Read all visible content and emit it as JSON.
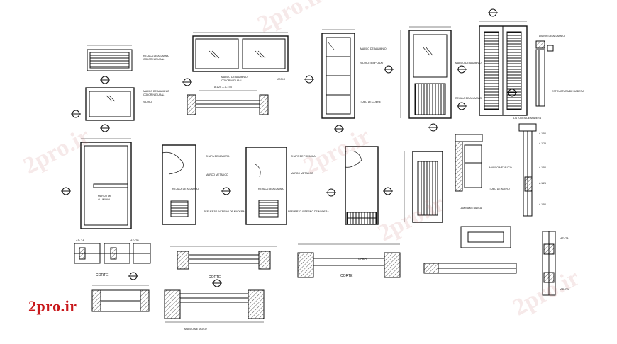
{
  "watermark": {
    "text": "2pro.ir",
    "color": "#c8181b"
  },
  "logo": {
    "text": "2pro.ir",
    "color": "#c8181b"
  },
  "labels": {
    "corte_1": "CORTE",
    "corte_2": "CORTE",
    "corte_3": "CORTE",
    "vidrio_1": "VIDRIO",
    "vidrio_2": "VIDRIO",
    "vidrio_3": "VIDRIO",
    "marco_metalico_1": "MARCO METALICO",
    "marco_metalico_2": "MARCO METALICO",
    "marco_metalico_3": "MARCO METALICO",
    "chapa_madera": "CHAPA DE MADERA",
    "chapa_formica": "CHAPA DE FORMICA",
    "rejilla_1": "REJILLA DE ALUMINIO",
    "rejilla_2": "REJILLA DE ALUMINIO",
    "refuerzo_1": "REFUERZO INTERNO DE MADERA",
    "refuerzo_2": "REFUERZO INTERNO DE MADERA",
    "lamina_metalica": "LAMINA METALICA",
    "listones": "LISTONES DE MADERA",
    "ad_1": "AD-7A",
    "ad_2": "AD-7B",
    "ad_3": "AD-7A",
    "ad_4": "AD-7B"
  }
}
